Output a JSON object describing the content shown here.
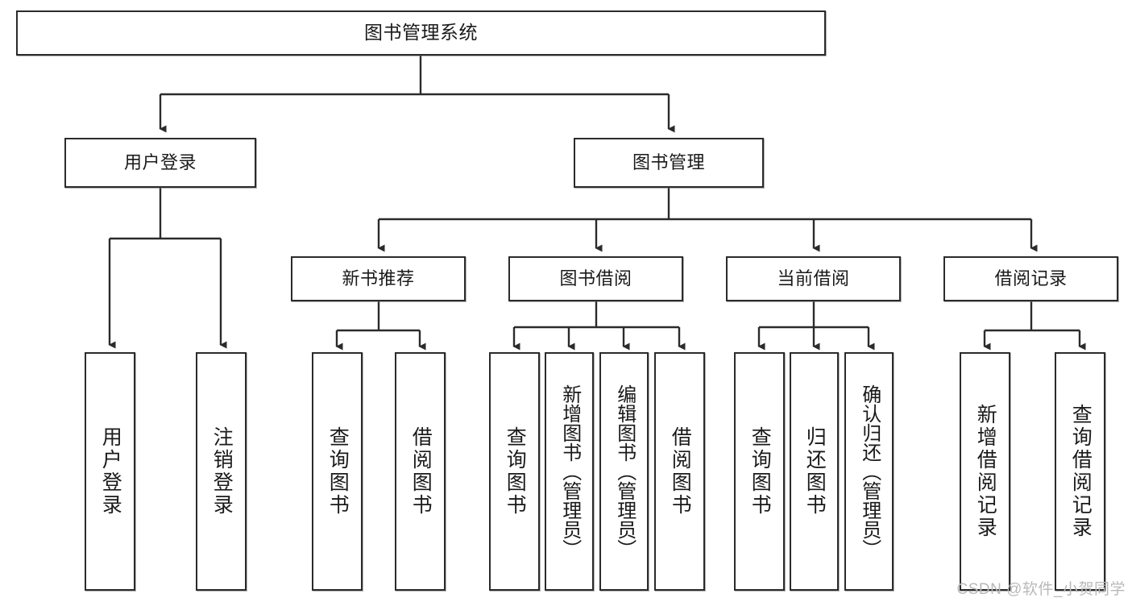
{
  "diagram": {
    "type": "tree",
    "title": "图书管理系统",
    "root": {
      "id": "root",
      "label": "图书管理系统"
    },
    "level2": [
      {
        "id": "user-login",
        "label": "用户登录"
      },
      {
        "id": "book-manage",
        "label": "图书管理"
      }
    ],
    "level3": [
      {
        "id": "new-book-recommend",
        "label": "新书推荐",
        "parent": "book-manage"
      },
      {
        "id": "book-borrow",
        "label": "图书借阅",
        "parent": "book-manage"
      },
      {
        "id": "current-borrow",
        "label": "当前借阅",
        "parent": "book-manage"
      },
      {
        "id": "borrow-record",
        "label": "借阅记录",
        "parent": "book-manage"
      }
    ],
    "leaves": {
      "user-login": [
        {
          "id": "leaf-user-login",
          "label": "用户登录"
        },
        {
          "id": "leaf-user-logout",
          "label": "注销登录"
        }
      ],
      "new-book-recommend": [
        {
          "id": "leaf-query-book-1",
          "label": "查询图书"
        },
        {
          "id": "leaf-borrow-book-1",
          "label": "借阅图书"
        }
      ],
      "book-borrow": [
        {
          "id": "leaf-query-book-2",
          "label": "查询图书"
        },
        {
          "id": "leaf-add-book",
          "label": "新增图书（管理员）"
        },
        {
          "id": "leaf-edit-book",
          "label": "编辑图书（管理员）"
        },
        {
          "id": "leaf-borrow-book-2",
          "label": "借阅图书"
        }
      ],
      "current-borrow": [
        {
          "id": "leaf-query-book-3",
          "label": "查询图书"
        },
        {
          "id": "leaf-return-book",
          "label": "归还图书"
        },
        {
          "id": "leaf-confirm-return",
          "label": "确认归还（管理员）"
        }
      ],
      "borrow-record": [
        {
          "id": "leaf-add-record",
          "label": "新增借阅记录"
        },
        {
          "id": "leaf-query-record",
          "label": "查询借阅记录"
        }
      ]
    },
    "colors": {
      "stroke": "#2b2b2b",
      "fill": "#ffffff",
      "text": "#1a1a1a",
      "watermark": "#b9b9b9"
    }
  },
  "watermark": {
    "text": "CSDN @软件_小贺同学"
  }
}
